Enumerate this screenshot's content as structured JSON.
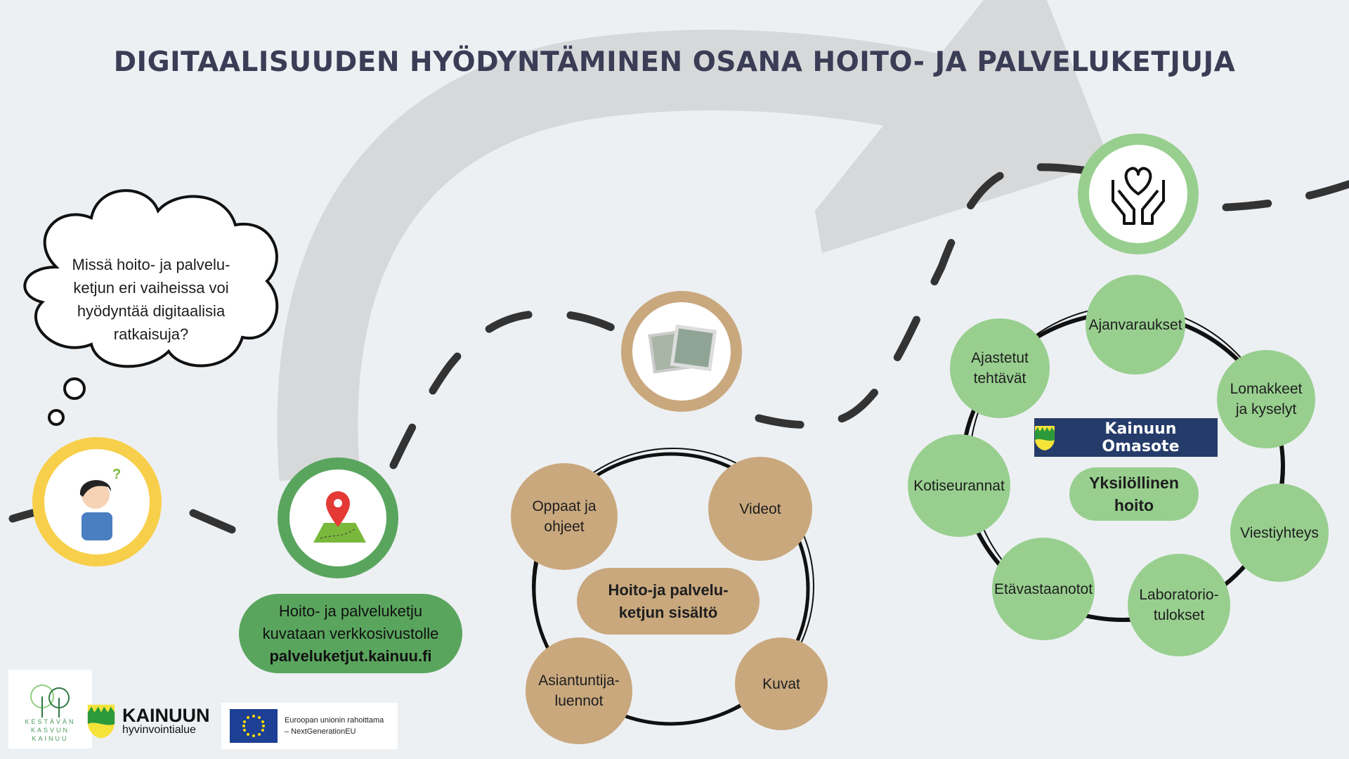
{
  "title": "DIGITAALISUUDEN HYÖDYNTÄMINEN OSANA HOITO- JA PALVELUKETJUJA",
  "thought_bubble": "Missä hoito- ja palvelu-ketjun eri vaiheissa voi hyödyntää digitaalisia ratkaisuja?",
  "step1": {
    "line1": "Hoito- ja palveluketju",
    "line2": "kuvataan verkkosivustolle",
    "link": "palveluketjut.kainuu.fi"
  },
  "content_cluster": {
    "center": "Hoito-ja palvelu-ketjun sisältö",
    "items": [
      "Oppaat ja ohjeet",
      "Videot",
      "Asiantuntija-luennot",
      "Kuvat"
    ]
  },
  "care_cluster": {
    "brand": "Kainuun Omasote",
    "center": "Yksilöllinen hoito",
    "items": [
      "Ajanvaraukset",
      "Ajastetut tehtävät",
      "Lomakkeet ja kyselyt",
      "Kotiseurannat",
      "Viestiyhteys",
      "Etävastaanotot",
      "Laboratorio-tulokset"
    ]
  },
  "logos": {
    "kestava": [
      "KESTÄVÄN",
      "KASVUN",
      "KAINUU"
    ],
    "kainuun": "KAINUUN",
    "hyvinvointialue": "hyvinvointialue",
    "eu": "Euroopan unionin rahoittama – NextGenerationEU"
  },
  "colors": {
    "green": "#98cf8f",
    "dark_green": "#5aa55e",
    "tan": "#c9a87e",
    "yellow": "#f7cf4a",
    "navy": "#253c6a",
    "title": "#3a3d55"
  }
}
